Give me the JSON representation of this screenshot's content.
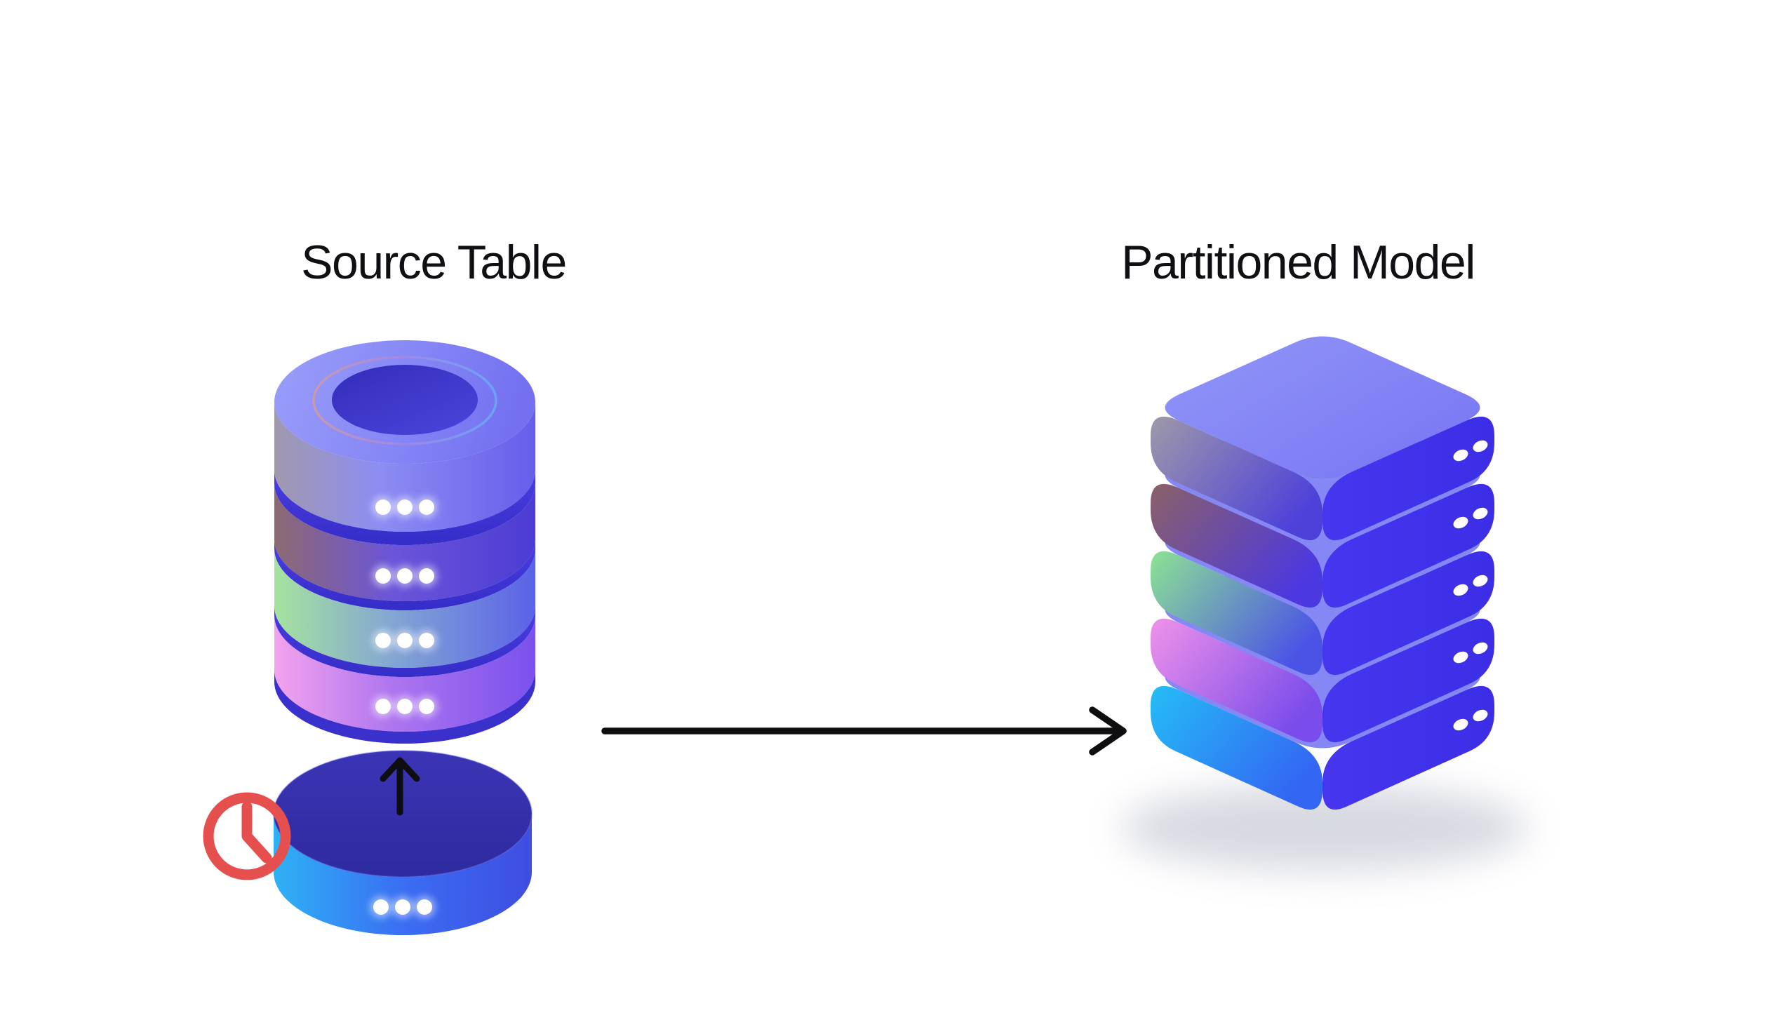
{
  "source_table": {
    "label": "Source Table",
    "dots_per_layer": 3,
    "layers": [
      {
        "accent": "#a099ad"
      },
      {
        "accent": "#8d6a72"
      },
      {
        "accent": "#a6e39e"
      },
      {
        "accent": "#f3a3ee"
      }
    ],
    "detached_partition": {
      "accent": "#2eb2f4",
      "dots": 3
    },
    "icons": [
      "clock-icon",
      "up-arrow-icon"
    ]
  },
  "partitioned_model": {
    "label": "Partitioned Model",
    "dots_per_layer": 2,
    "layers": [
      {
        "accent": "#9e99a9"
      },
      {
        "accent": "#8b6168"
      },
      {
        "accent": "#8ce394"
      },
      {
        "accent": "#ef92e9"
      },
      {
        "accent": "#25bdf6"
      }
    ]
  },
  "flow": {
    "direction": "left-to-right"
  },
  "colors": {
    "background": "#ffffff",
    "text": "#101014",
    "base_indigo": "#4636ef",
    "layer_rim": "#8588f4",
    "separator": "#392fd6",
    "clock_red": "#e5504e",
    "arrow_black": "#0e0e10"
  }
}
